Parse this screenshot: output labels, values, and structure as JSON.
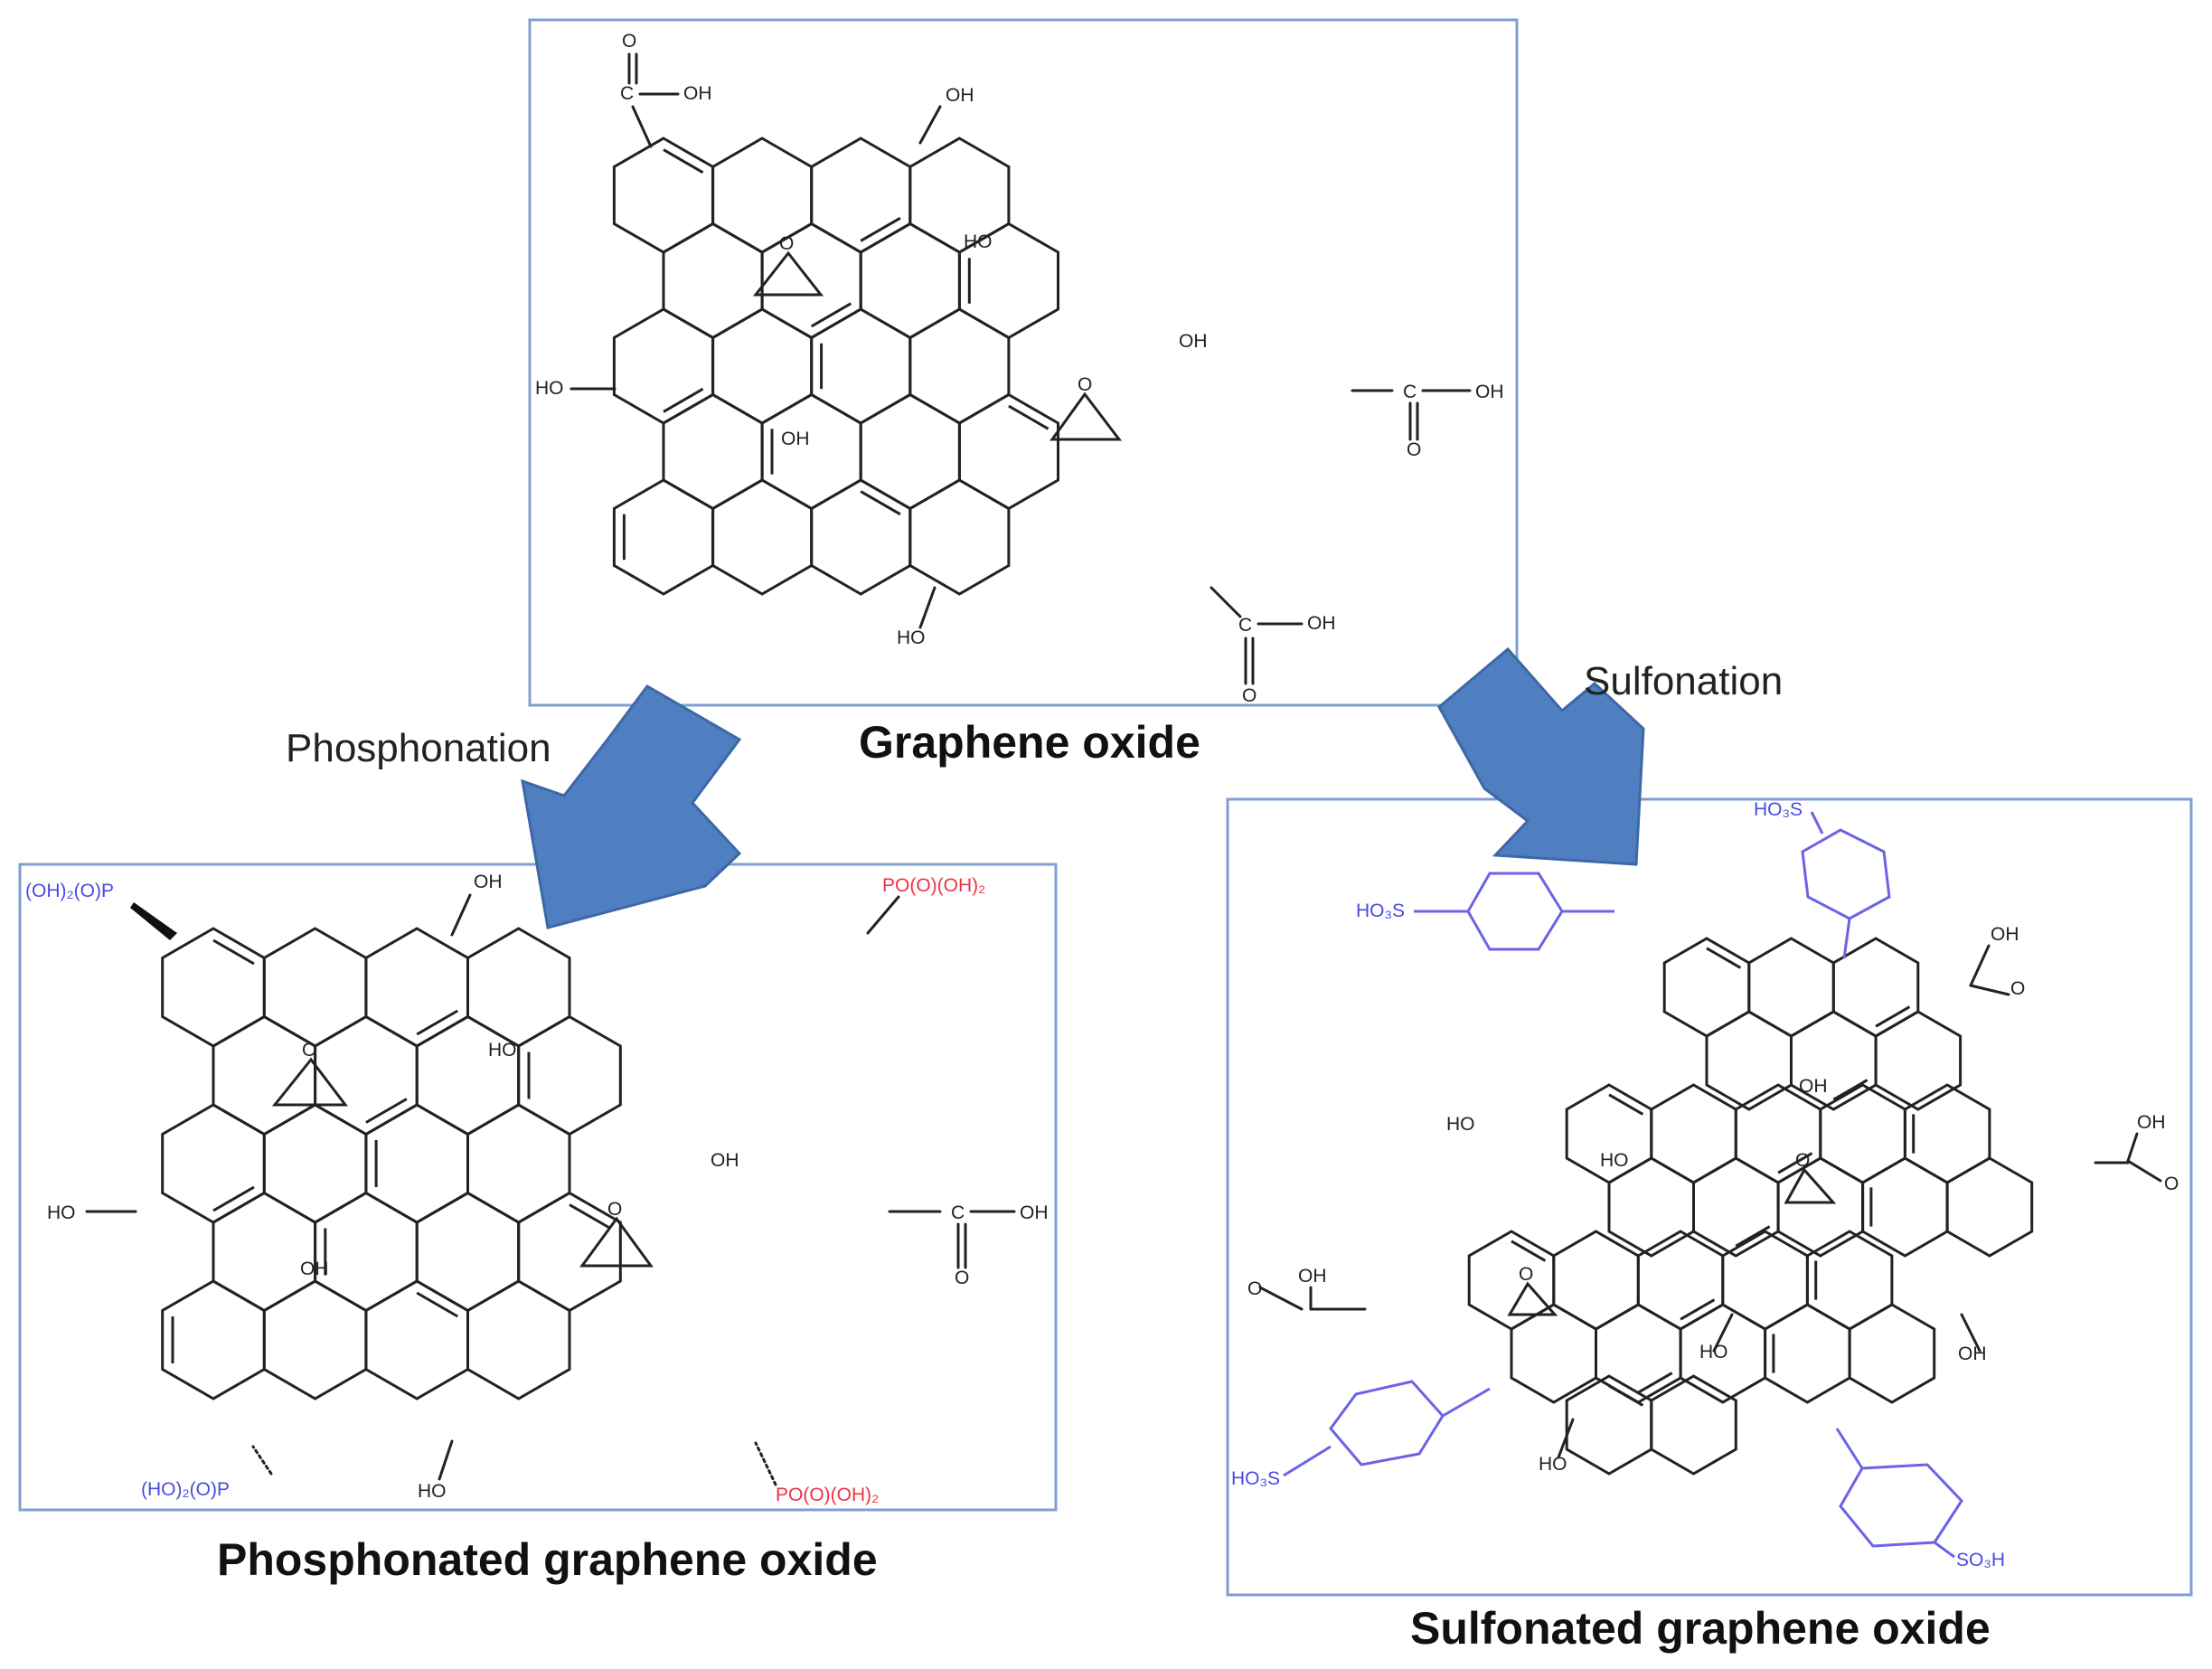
{
  "panels": {
    "top": {
      "caption": "Graphene oxide"
    },
    "left": {
      "caption": "Phosphonated graphene oxide"
    },
    "right": {
      "caption": "Sulfonated graphene oxide"
    }
  },
  "reactions": {
    "left": "Phosphonation",
    "right": "Sulfonation"
  },
  "labels": {
    "oh": "OH",
    "ho": "HO",
    "o": "O",
    "c": "C",
    "cooh_tail": "OH",
    "po_blue_tl": "(OH)₂(O)P",
    "po_blue_bl": "(HO)₂(O)P",
    "po_red": "PO(O)(OH)₂",
    "so3h_left": "HO₃S",
    "so3h_right": "SO₃H"
  },
  "colors": {
    "frame": "#7f9fd0",
    "arrow": "#4f7fc0",
    "bond": "#222222",
    "blue_group": "#6b63e6",
    "red_group": "#ee3344"
  }
}
